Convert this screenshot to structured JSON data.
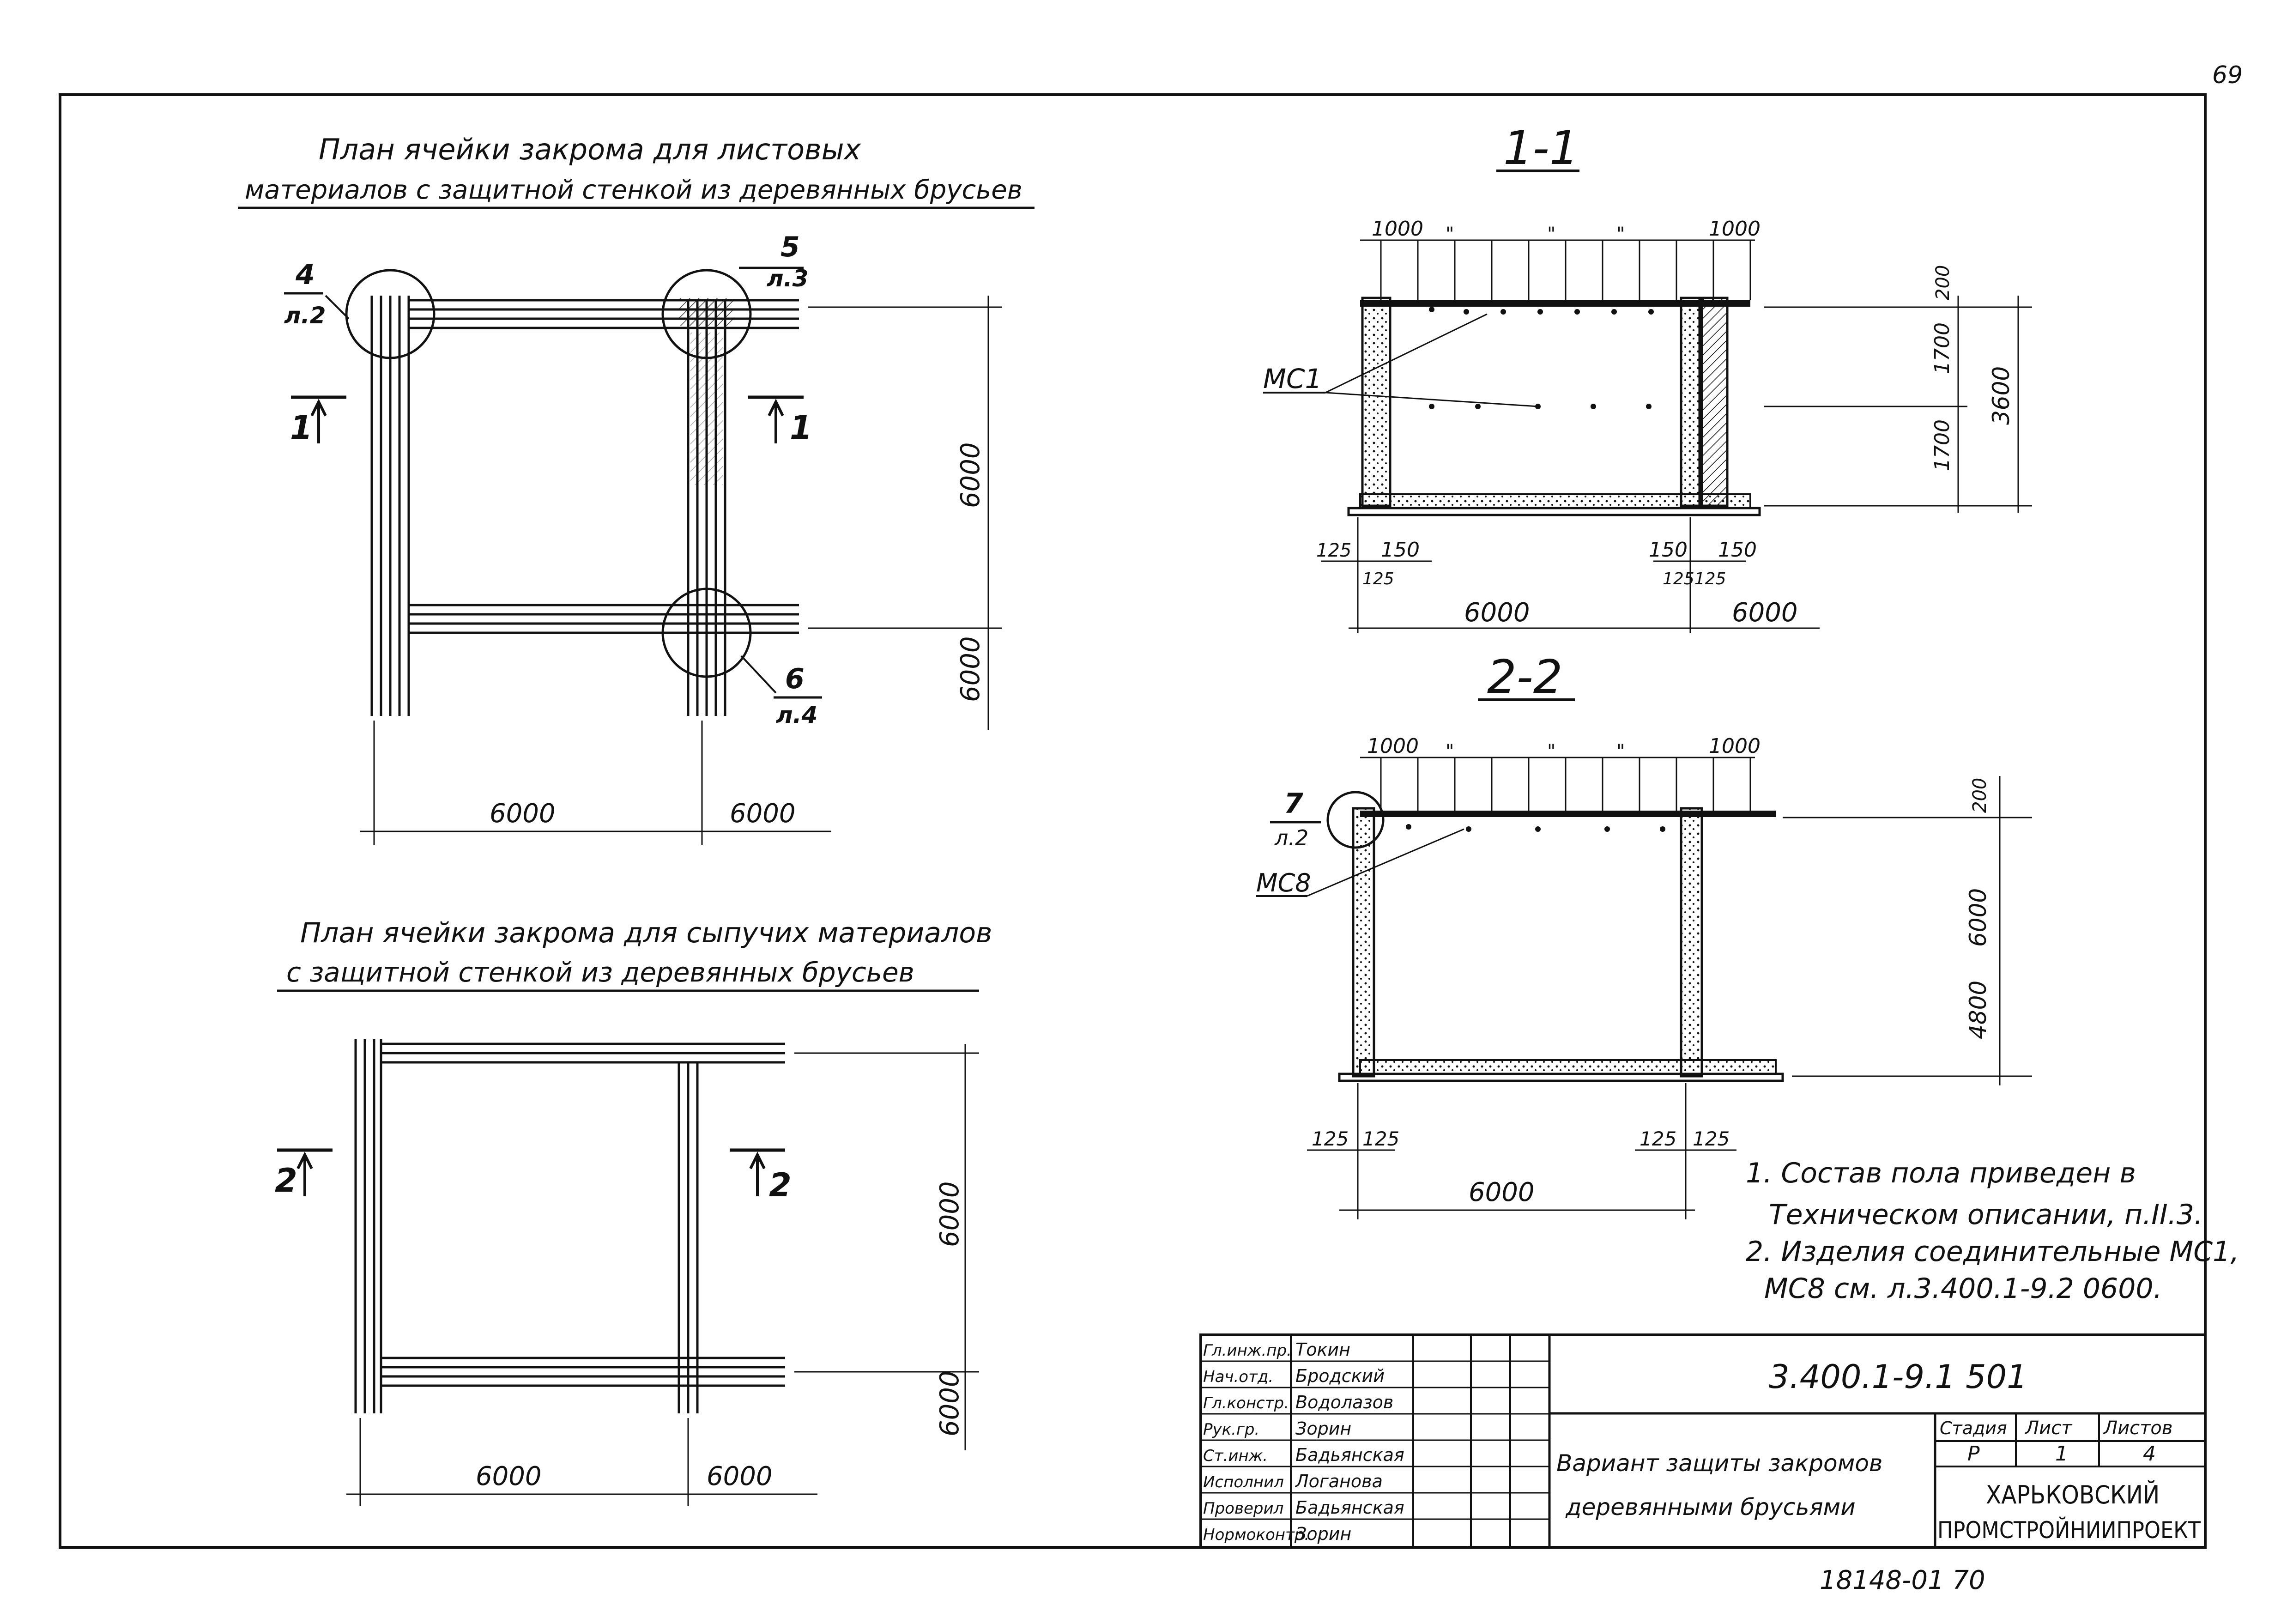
{
  "page_number": "69",
  "plan1": {
    "title_line1": "План ячейки закрома для листовых",
    "title_line2": "материалов с защитной стенкой из деревянных брусьев",
    "node_4": "4",
    "node_4_sheet": "л.2",
    "node_5": "5",
    "node_5_sheet": "л.3",
    "node_6": "6",
    "node_6_sheet": "л.4",
    "section_mark": "1",
    "dim_h1": "6000",
    "dim_h2": "6000",
    "dim_v1": "6000",
    "dim_v2": "6000"
  },
  "plan2": {
    "title_line1": "План ячейки закрома для сыпучих материалов",
    "title_line2": "с защитной стенкой из деревянных брусьев",
    "section_mark": "2",
    "dim_h1": "6000",
    "dim_h2": "6000",
    "dim_v1": "6000",
    "dim_v2": "6000"
  },
  "section1": {
    "title": "1-1",
    "top_left": "1000",
    "top_right": "1000",
    "ditto": "\"",
    "label_mc": "МС1",
    "dim_right_200": "200",
    "dim_right_1700a": "1700",
    "dim_right_1700b": "1700",
    "dim_right_3600": "3600",
    "dim_125_left": "125",
    "dim_150_left": "150",
    "dim_125_left2": "125",
    "dim_150_mid": "150",
    "dim_150_mid2": "150",
    "dim_125125": "125125",
    "dim_6000a": "6000",
    "dim_6000b": "6000"
  },
  "section2": {
    "title": "2-2",
    "top_left": "1000",
    "top_right": "1000",
    "ditto": "\"",
    "node_7": "7",
    "node_7_sheet": "л.2",
    "label_mc": "МС8",
    "dim_right_200": "200",
    "dim_right_4800": "4800",
    "dim_right_6000": "6000",
    "dim_125a": "125",
    "dim_125b": "125",
    "dim_125c": "125",
    "dim_125d": "125",
    "dim_6000": "6000"
  },
  "notes": {
    "n1_line1": "1. Состав пола приведен в",
    "n1_line2": "Техническом описании, п.II.3.",
    "n2_line1": "2. Изделия соединительные МС1,",
    "n2_line2": "МС8 см. л.3.400.1-9.2 0600."
  },
  "title_block": {
    "code": "3.400.1-9.1 501",
    "rows": [
      {
        "role": "Гл.инж.пр.",
        "name": "Токин"
      },
      {
        "role": "Нач.отд.",
        "name": "Бродский"
      },
      {
        "role": "Гл.констр.",
        "name": "Водолазов"
      },
      {
        "role": "Рук.гр.",
        "name": "Зорин"
      },
      {
        "role": "Ст.инж.",
        "name": "Бадьянская"
      },
      {
        "role": "Исполнил",
        "name": "Логанова"
      },
      {
        "role": "Проверил",
        "name": "Бадьянская"
      },
      {
        "role": "Нормоконтр.",
        "name": "Зорин"
      }
    ],
    "description_line1": "Вариант защиты закромов",
    "description_line2": "деревянными брусьями",
    "stage_label": "Стадия",
    "sheet_label": "Лист",
    "sheets_label": "Листов",
    "stage": "Р",
    "sheet": "1",
    "sheets": "4",
    "org_line1": "ХАРЬКОВСКИЙ",
    "org_line2": "ПРОМСТРОЙНИИПРОЕКТ"
  },
  "bottom_code": "18148-01     70"
}
